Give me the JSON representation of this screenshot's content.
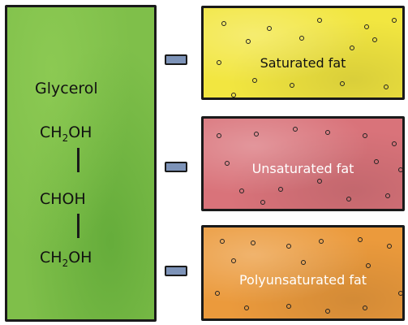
{
  "glycerol": {
    "title": "Glycerol",
    "formula": {
      "line1_main": "CH",
      "line1_sub": "2",
      "line1_end": "OH",
      "line2": "CHOH",
      "line3_main": "CH",
      "line3_sub": "2",
      "line3_end": "OH"
    },
    "color": "#7fbf4a"
  },
  "fats": [
    {
      "label": "Saturated fat",
      "color": "#f2e640"
    },
    {
      "label": "Unsaturated fat",
      "color": "#d9737a"
    },
    {
      "label": "Polyunsaturated fat",
      "color": "#eb9a3c"
    }
  ],
  "connector_color": "#7d93b8"
}
